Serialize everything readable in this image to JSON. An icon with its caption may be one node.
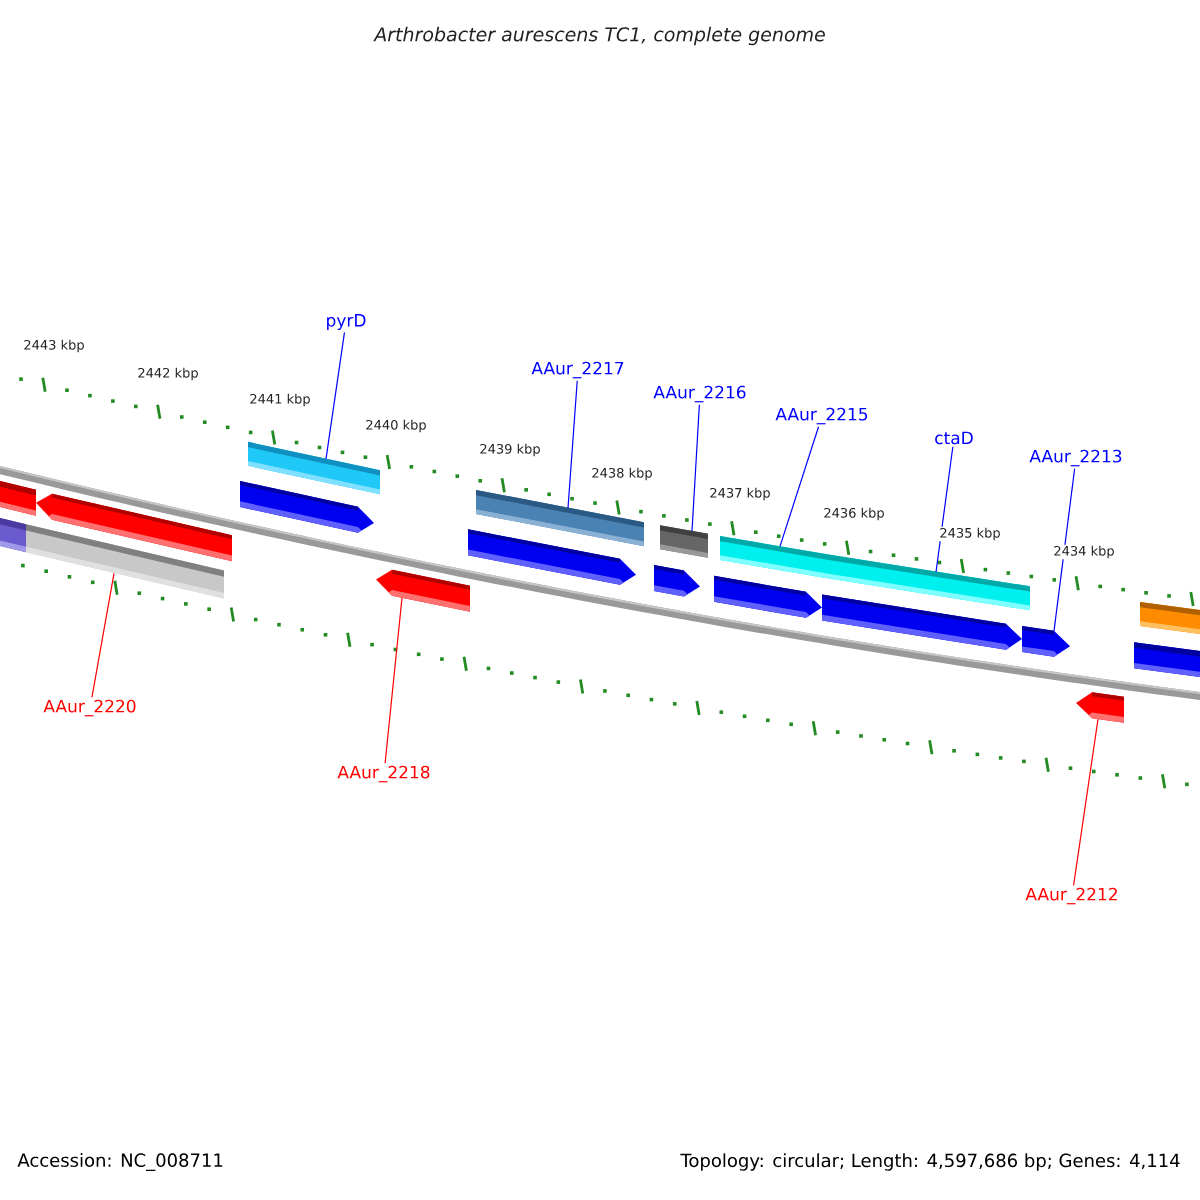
{
  "diagram": {
    "title": "Arthrobacter aurescens TC1, complete genome",
    "nodes": [
      {
        "text": [
          "pyrD"
        ]
      },
      {
        "text": [
          "AAur_2217"
        ]
      },
      {
        "text": [
          "AAur_2216"
        ]
      },
      {
        "text": [
          "AAur_2215"
        ]
      },
      {
        "text": [
          "ctaD"
        ]
      },
      {
        "text": [
          "AAur_2213"
        ]
      },
      {
        "text": [
          "AAur_2220"
        ]
      },
      {
        "text": [
          "AAur_2218"
        ]
      },
      {
        "text": [
          "AAur_2212"
        ]
      },
      {
        "text": [],
        "shape": "bar"
      },
      {
        "text": [],
        "shape": "bar"
      },
      {
        "text": [],
        "shape": "bar"
      },
      {
        "text": [],
        "shape": "bar"
      },
      {
        "text": [],
        "shape": "bar"
      },
      {
        "text": [],
        "shape": "bar"
      },
      {
        "text": [],
        "shape": "bar"
      },
      {
        "text": [],
        "shape": "bar"
      },
      {
        "text": [],
        "shape": "arrow"
      },
      {
        "text": [],
        "shape": "arrow"
      },
      {
        "text": [],
        "shape": "arrow"
      },
      {
        "text": [],
        "shape": "arrow"
      },
      {
        "text": [],
        "shape": "arrow"
      },
      {
        "text": [],
        "shape": "arrow"
      },
      {
        "text": [],
        "shape": "arrow"
      },
      {
        "text": [],
        "shape": "arrow"
      },
      {
        "text": [],
        "shape": "arrow"
      },
      {
        "text": [],
        "shape": "arrow"
      },
      {
        "text": [],
        "shape": "arrow"
      }
    ],
    "edges": [
      {
        "from": 0,
        "to": 11,
        "arrow": "none"
      },
      {
        "from": 1,
        "to": 12,
        "arrow": "none"
      },
      {
        "from": 2,
        "to": 13,
        "arrow": "none"
      },
      {
        "from": 3,
        "to": 14,
        "arrow": "none"
      },
      {
        "from": 4,
        "to": 15,
        "arrow": "none"
      },
      {
        "from": 5,
        "to": 25,
        "arrow": "none"
      },
      {
        "from": 6,
        "to": 10,
        "arrow": "none",
        "color": "#ff0000"
      },
      {
        "from": 7,
        "to": 20,
        "arrow": "none",
        "color": "#ff0000"
      },
      {
        "from": 8,
        "to": 26,
        "arrow": "none",
        "color": "#ff0000"
      }
    ],
    "labels": [
      "2443 kbp",
      "2442 kbp",
      "2441 kbp",
      "2440 kbp",
      "2439 kbp",
      "2438 kbp",
      "2437 kbp",
      "2436 kbp",
      "2435 kbp",
      "2434 kbp",
      "Accession: NC_008711",
      "Topology: circular; Length: 4,597,686 bp; Genes: 4,114"
    ]
  }
}
